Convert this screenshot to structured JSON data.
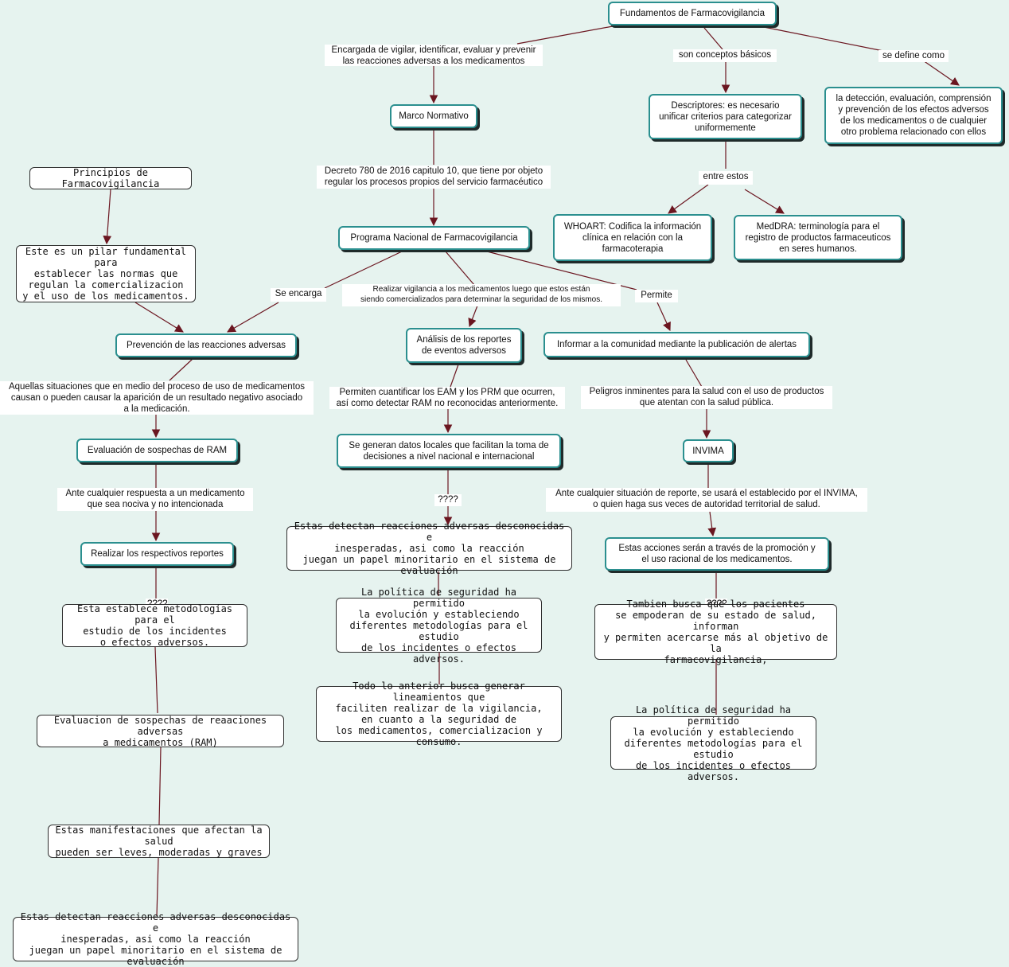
{
  "colors": {
    "background": "#e6f3ef",
    "link": "#6b1620",
    "node_border_accent": "#2b8f8f"
  },
  "nodes": {
    "root": "Fundamentos de Farmacovigilancia",
    "marco": "Marco Normativo",
    "descriptores": "Descriptores: es necesario\nunificar criterios para categorizar\nuniformemente",
    "definicion": "la detección, evaluación, comprensión\ny prevención de los efectos adversos\nde los medicamentos o de cualquier\notro problema relacionado con ellos",
    "whoart": "WHOART: Codifica la información\nclínica en relación con la\nfarmacoterapia",
    "meddra": "MedDRA: terminología para el\nregistro de productos farmaceuticos\nen seres humanos.",
    "principios": "Principios de Farmacovigilancia",
    "pilar": "Este es un pilar fundamental para\nestablecer las normas que\nregulan la comercializacion\ny el uso de los medicamentos.",
    "programa": "Programa Nacional de Farmacovigilancia",
    "prevencion": "Prevención de las reacciones adversas",
    "analisis": "Análisis de los reportes\nde eventos adversos",
    "informar": "Informar a la comunidad mediante la publicación de alertas",
    "evaluacion_ram": "Evaluación de sospechas de RAM",
    "datos_locales": "Se generan datos locales que facilitan la toma de\ndecisiones a nivel nacional e internacional",
    "invima": "INVIMA",
    "reportes": "Realizar los respectivos reportes",
    "detectan_mid": "Estas detectan reacciones adversas desconocidas e\ninesperadas, asi como la reacción\njuegan un papel minoritario en el sistema de evaluación",
    "acciones": "Estas acciones serán a través de la promoción y\nel uso racional de los medicamentos.",
    "metodologias": "Esta establece metodologías para el\nestudio de los incidentes\no efectos adversos.",
    "politica_mid": "La política de seguridad ha permitido\nla evolución y estableciendo\ndiferentes metodologías para el estudio\nde los incidentes o efectos adversos.",
    "pacientes": "Tambien busca que los pacientes\nse empoderan de su estado de salud, informan\ny permiten acercarse más al objetivo de la\nfarmacovigilancia,",
    "lineamientos": "Todo lo anterior busca generar lineamientos que\nfaciliten realizar de la vigilancia,\nen cuanto a la seguridad de\nlos medicamentos, comercializacion y consumo.",
    "evaluacion_reac": "Evaluacion de sospechas de reaaciones adversas\na medicamentos (RAM)",
    "politica_right": "La política de seguridad ha permitido\nla evolución y estableciendo\ndiferentes metodologías para el estudio\nde los incidentes o efectos adversos.",
    "manifestaciones": "Estas manifestaciones que afectan la salud\npueden ser leves, moderadas y graves",
    "detectan_bottom": "Estas detectan reacciones adversas desconocidas e\ninesperadas, asi como la reacción\njuegan un papel minoritario en el sistema de evaluación"
  },
  "labels": {
    "encargada": "Encargada de vigilar, identificar, evaluar y prevenir\nlas reacciones adversas a los medicamentos",
    "conceptos": "son conceptos básicos",
    "define": "se define como",
    "decreto": "Decreto 780 de 2016 capitulo 10, que tiene por objeto\nregular los procesos propios del servicio farmacéutico",
    "entre": "entre estos",
    "se_encarga": "Se encarga",
    "realizar_vigilancia": "Realizar vigilancia a los medicamentos luego que estos están\nsiendo comercializados para determinar la seguridad de los mismos.",
    "permite": "Permite",
    "aquellas": "Aquellas situaciones que en medio del proceso de uso de medicamentos\ncausan o pueden causar la aparición de un resultado negativo asociado\na la medicación.",
    "cuantificar": "Permiten cuantificar los EAM y los PRM que ocurren,\nasí como detectar RAM no reconocidas anteriormente.",
    "peligros": "Peligros inminentes para la salud con el uso de productos\nque atentan con la salud pública.",
    "ante_nociva": "Ante  cualquier respuesta a un medicamento\nque sea nociva y no intencionada",
    "q_mid": "????",
    "ante_reporte": "Ante cualquier situación de reporte, se usará el establecido por el INVIMA,\no quien haga sus veces de autoridad territorial de salud.",
    "q_left": "????",
    "q_right": "????"
  }
}
